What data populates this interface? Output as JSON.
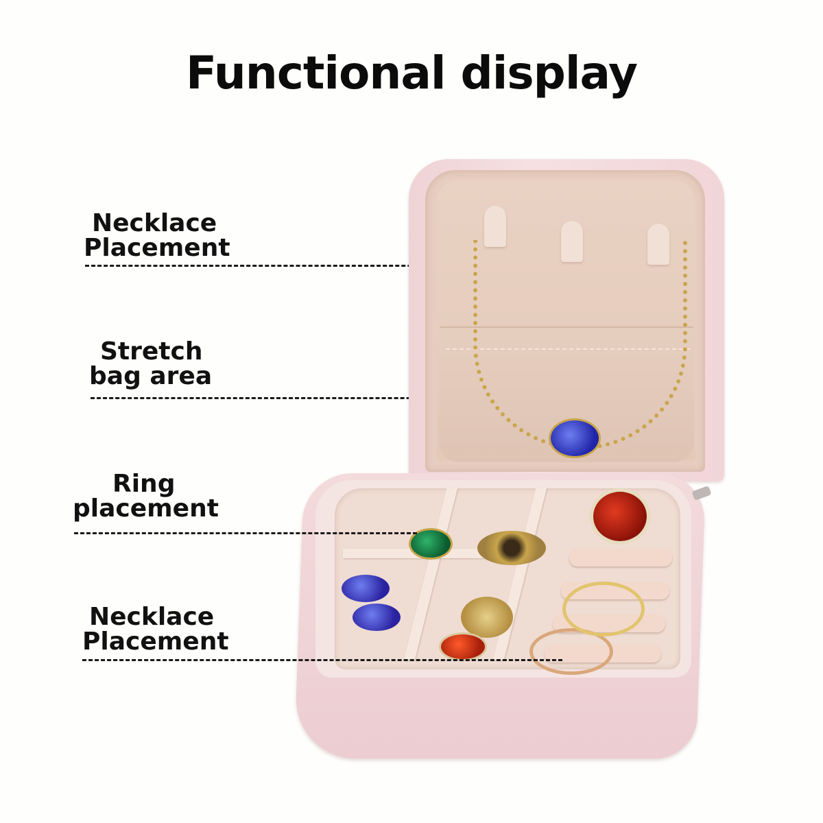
{
  "title": "Functional display",
  "callouts": [
    {
      "line1": "Necklace",
      "line2": "Placement",
      "target": "necklace hooks on lid"
    },
    {
      "line1": "Stretch",
      "line2": "bag area",
      "target": "elastic pocket on lid"
    },
    {
      "line1": "Ring",
      "line2": "placement",
      "target": "compartments in base"
    },
    {
      "line1": "Necklace",
      "line2": "Placement",
      "target": "ring roll slots in base"
    }
  ],
  "product": {
    "name": "jewelry box",
    "colors": {
      "exterior": "#efd3d6",
      "interior": "#e7cdbf",
      "tray": "#efdcd2"
    },
    "items": [
      "gold necklace with blue gem",
      "green gem ring",
      "gold chain",
      "blue gem earrings",
      "red gem ring",
      "red heart ring",
      "stacked rings"
    ]
  }
}
